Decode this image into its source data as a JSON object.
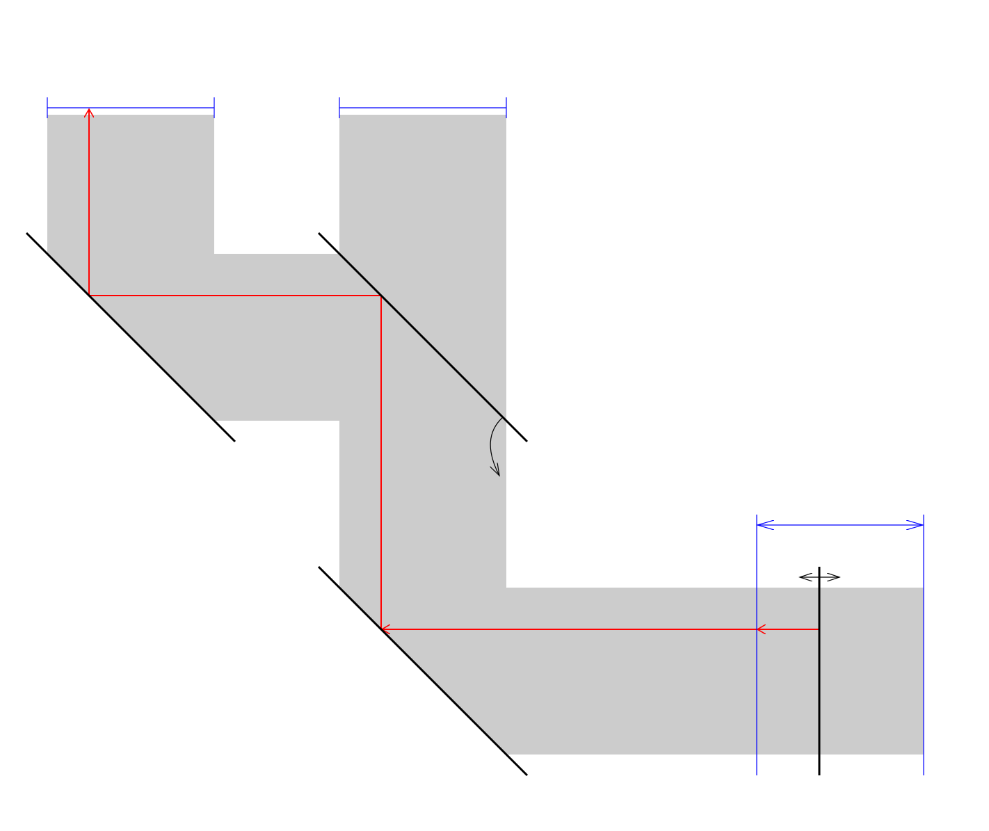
{
  "colors": {
    "background": "#ffffff",
    "beam_region": "#cccccc",
    "optical_path": "#ff0000",
    "mirror": "#000000",
    "dimension": "#0000ff",
    "motion_indicator": "#000000"
  },
  "elements": {
    "mirrors": [
      "mirror-top-left",
      "mirror-top-middle",
      "mirror-bottom-middle"
    ],
    "translating_element": "translating-plate",
    "dimension_markers": [
      "width-marker-top-left",
      "width-marker-top-middle",
      "width-marker-right"
    ],
    "indicators": [
      "rotation-arrow-icon",
      "translation-arrow-icon"
    ]
  }
}
